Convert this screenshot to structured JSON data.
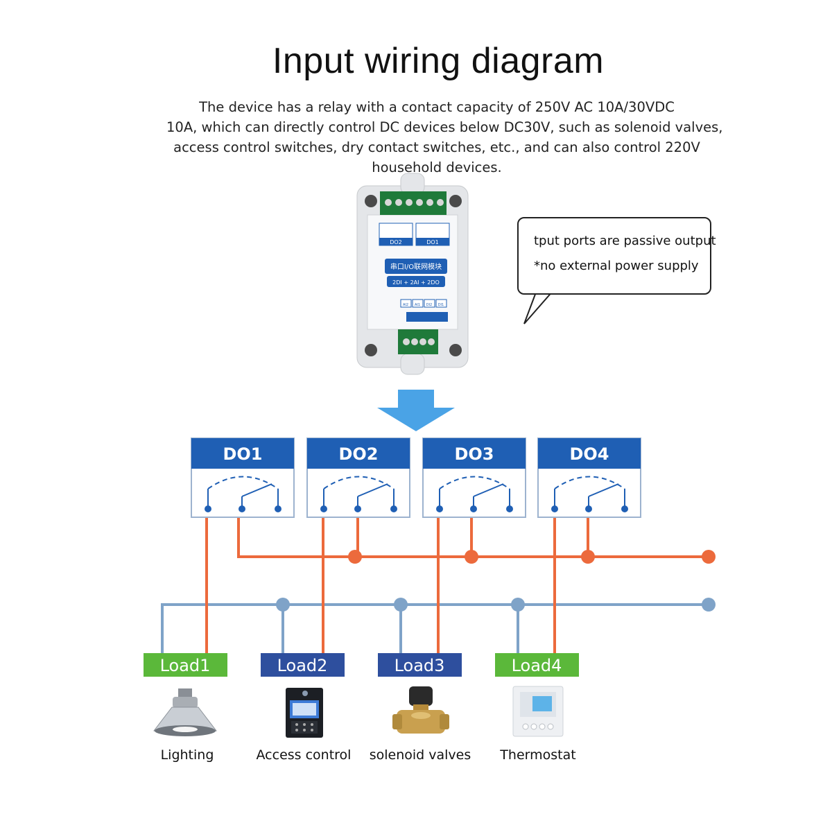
{
  "title": "Input wiring diagram",
  "description": {
    "line1": "The device has a relay with a contact capacity of 250V AC 10A/30VDC",
    "line2": "10A, which can directly control DC devices below DC30V, such as solenoid valves,",
    "line3": "access control switches, dry contact switches, etc., and can also control 220V",
    "line4": "household devices."
  },
  "callout": {
    "line1": "tput ports are passive output",
    "line2": "*no external power supply"
  },
  "device": {
    "relay_labels": [
      "DO2",
      "DO1"
    ],
    "name_label": "串口I/O联网模块",
    "spec_label": "2DI + 2AI + 2DO",
    "port_labels": [
      "AI2",
      "AI1",
      "DI2",
      "DI1"
    ]
  },
  "channels": [
    {
      "label": "DO1"
    },
    {
      "label": "DO2"
    },
    {
      "label": "DO3"
    },
    {
      "label": "DO4"
    }
  ],
  "loads": [
    {
      "label": "Load1",
      "caption": "Lighting",
      "color": "#5bb83a"
    },
    {
      "label": "Load2",
      "caption": "Access control",
      "color": "#2e4f9e"
    },
    {
      "label": "Load3",
      "caption": "solenoid valves",
      "color": "#2e4f9e"
    },
    {
      "label": "Load4",
      "caption": "Thermostat",
      "color": "#5bb83a"
    }
  ],
  "colors": {
    "header_blue": "#1f5fb4",
    "wire_orange": "#ec6a3c",
    "wire_blue": "#7fa3c8",
    "arrow_blue": "#4aa3e6"
  }
}
